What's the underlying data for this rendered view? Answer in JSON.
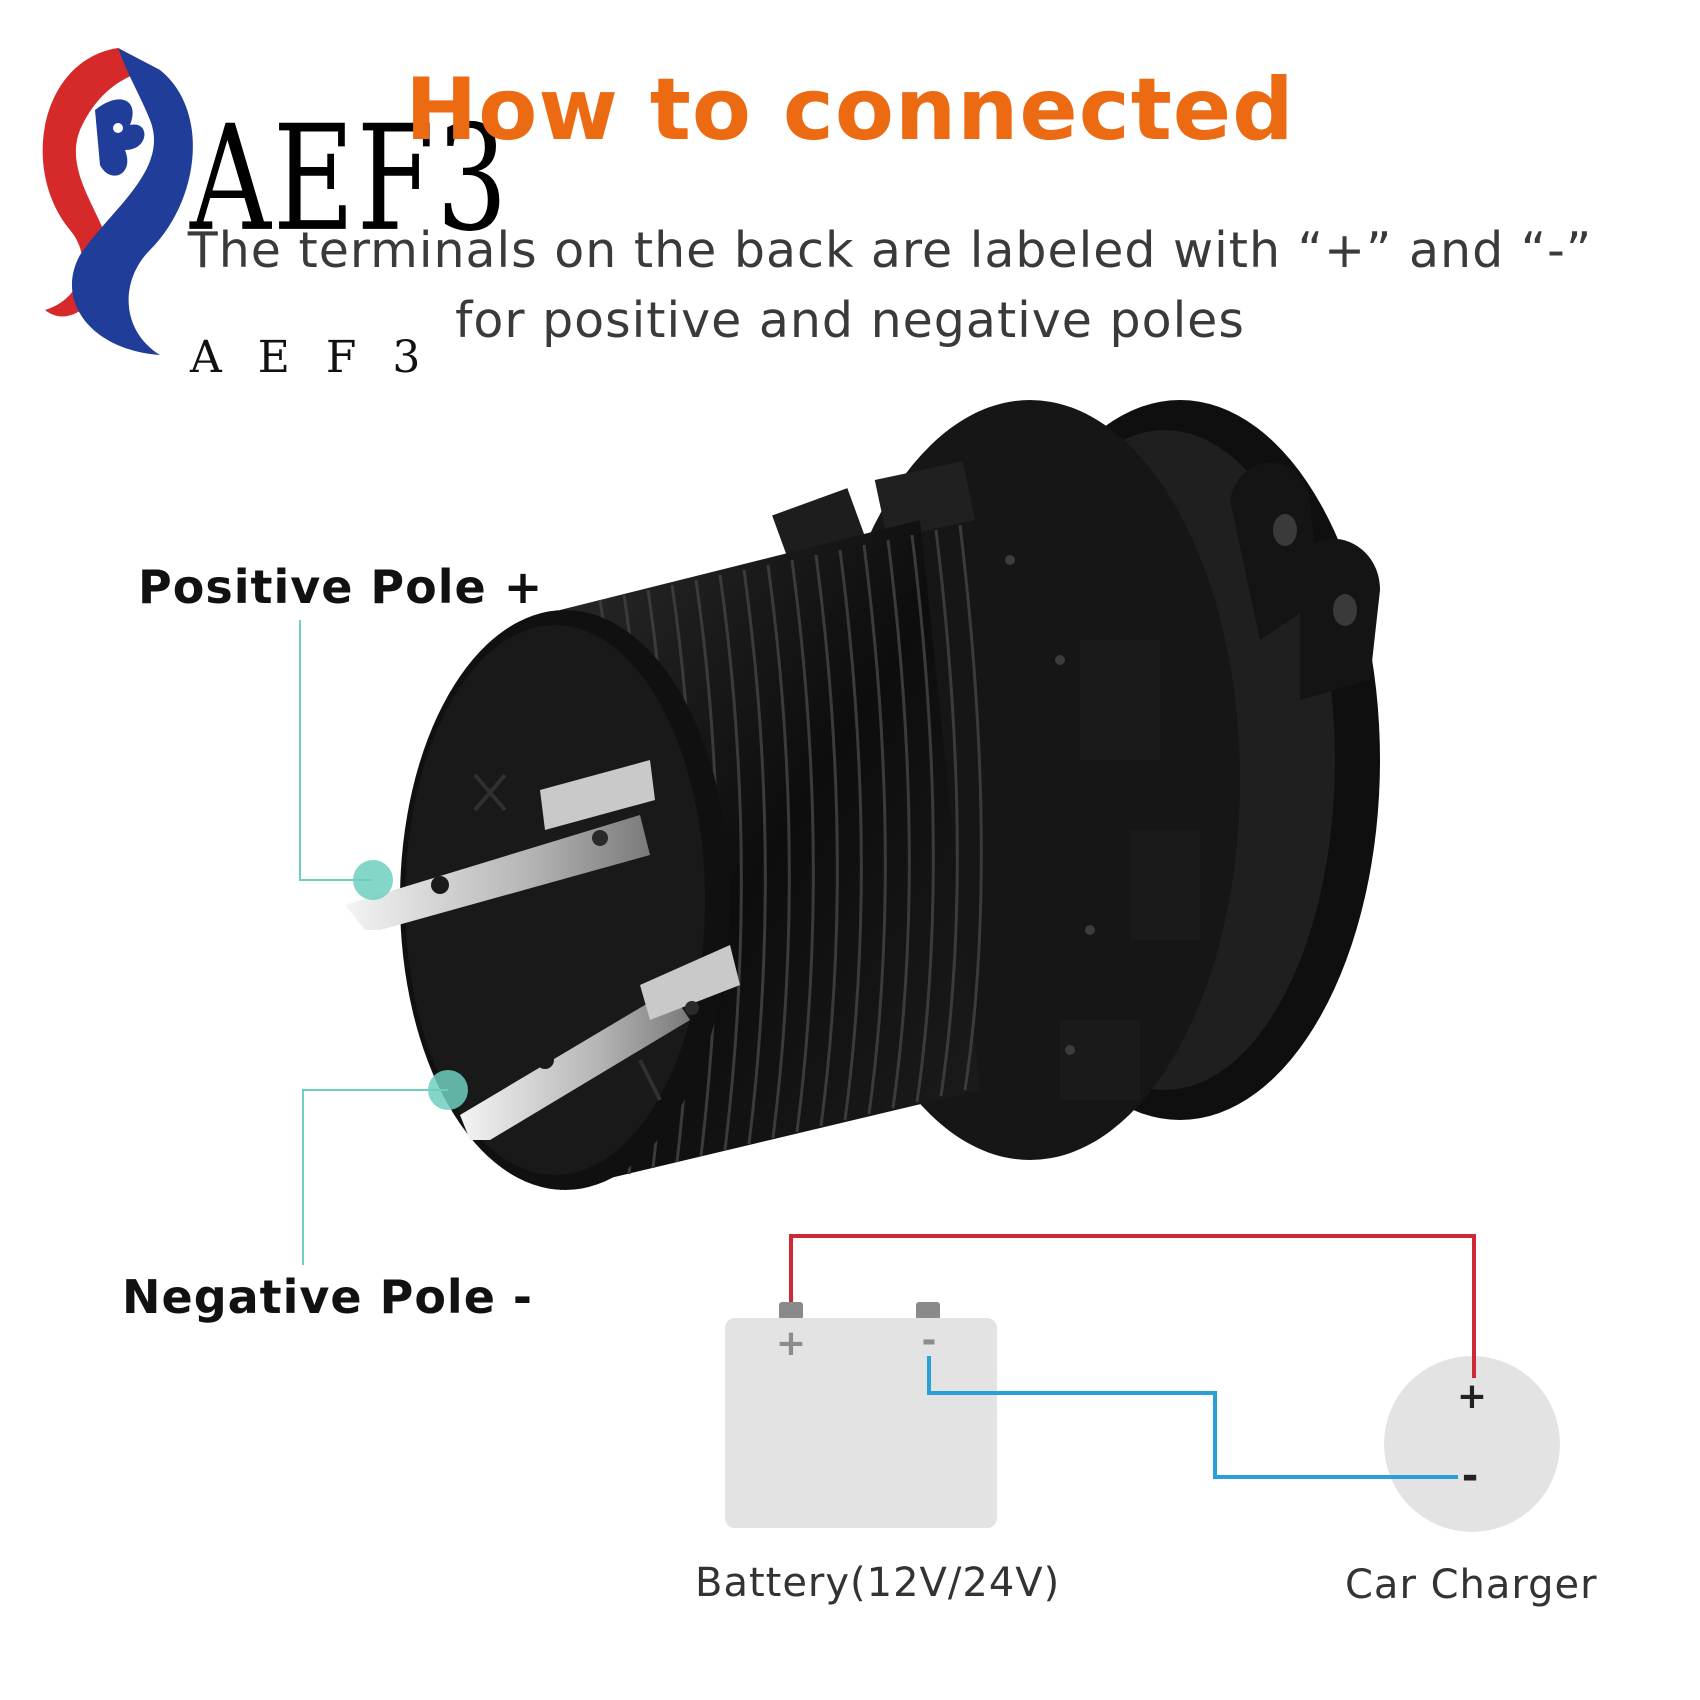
{
  "title": "How to connected",
  "subtitle_line1": "The terminals on the back are labeled with “+” and “-”",
  "subtitle_line2": "for positive and negative poles",
  "labels": {
    "positive_pole": "Positive Pole +",
    "negative_pole": "Negative Pole -",
    "battery": "Battery(12V/24V)",
    "car_charger": "Car Charger"
  },
  "battery_terminals": {
    "plus": "+",
    "minus": "-"
  },
  "charger_terminals": {
    "plus": "+",
    "minus": "-"
  },
  "brand": {
    "logo_text": "AEF3",
    "logo_subtext": "AEF3"
  },
  "colors": {
    "title": "#ec6a12",
    "positive_wire": "#cc2a36",
    "negative_wire": "#2a9fd8",
    "callout": "#6fcfbf"
  }
}
